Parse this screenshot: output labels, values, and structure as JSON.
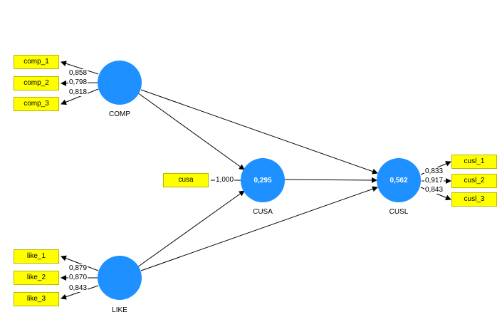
{
  "constructs": {
    "comp": {
      "name": "COMP",
      "r2": ""
    },
    "like": {
      "name": "LIKE",
      "r2": ""
    },
    "cusa": {
      "name": "CUSA",
      "r2": "0,295"
    },
    "cusl": {
      "name": "CUSL",
      "r2": "0,562"
    }
  },
  "indicators": {
    "comp": [
      {
        "name": "comp_1",
        "loading": "0,858"
      },
      {
        "name": "comp_2",
        "loading": "0,798"
      },
      {
        "name": "comp_3",
        "loading": "0,818"
      }
    ],
    "like": [
      {
        "name": "like_1",
        "loading": "0,879"
      },
      {
        "name": "like_2",
        "loading": "0,870"
      },
      {
        "name": "like_3",
        "loading": "0,843"
      }
    ],
    "cusa": [
      {
        "name": "cusa",
        "loading": "1,000"
      }
    ],
    "cusl": [
      {
        "name": "cusl_1",
        "loading": "0,833"
      },
      {
        "name": "cusl_2",
        "loading": "0,917"
      },
      {
        "name": "cusl_3",
        "loading": "0,843"
      }
    ]
  },
  "paths": [
    {
      "from": "COMP",
      "to": "CUSA"
    },
    {
      "from": "COMP",
      "to": "CUSL"
    },
    {
      "from": "LIKE",
      "to": "CUSA"
    },
    {
      "from": "LIKE",
      "to": "CUSL"
    },
    {
      "from": "CUSA",
      "to": "CUSL"
    }
  ],
  "colors": {
    "construct": "#1e90ff",
    "indicator": "#ffff00"
  }
}
